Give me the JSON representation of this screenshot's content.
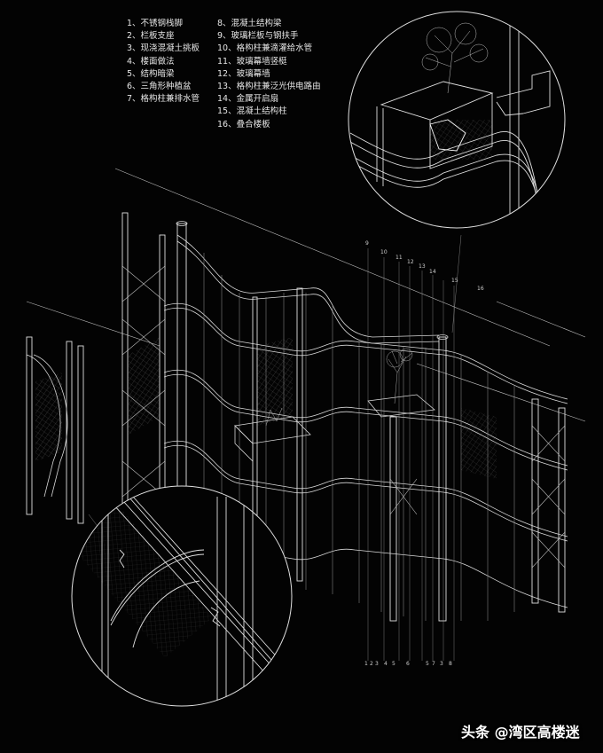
{
  "legend": {
    "left": [
      "1、不锈钢栈脚",
      "2、栏板支座",
      "3、现浇混凝土挑板",
      "4、楼面做法",
      "5、结构暗梁",
      "6、三角形种植盆",
      "7、格构柱兼排水管"
    ],
    "right": [
      "8、混凝土结构梁",
      "9、玻璃栏板与钢扶手",
      "10、格构柱兼滴灌给水管",
      "11、玻璃幕墙竖梃",
      "12、玻璃幕墙",
      "13、格构柱兼泛光供电路由",
      "14、金属开启扇",
      "15、混凝土结构柱",
      "16、叠合楼板"
    ]
  },
  "callouts_top": [
    "9",
    "10",
    "11",
    "12",
    "13",
    "14",
    "15",
    "16"
  ],
  "callouts_bottom": [
    "1",
    "2",
    "3",
    "4",
    "5",
    "6",
    "5",
    "7",
    "3",
    "8"
  ],
  "watermark": "头条 @湾区高楼迷",
  "colors": {
    "background": "#030303",
    "line": "#d8d8d8",
    "text": "#e6e6e6"
  }
}
